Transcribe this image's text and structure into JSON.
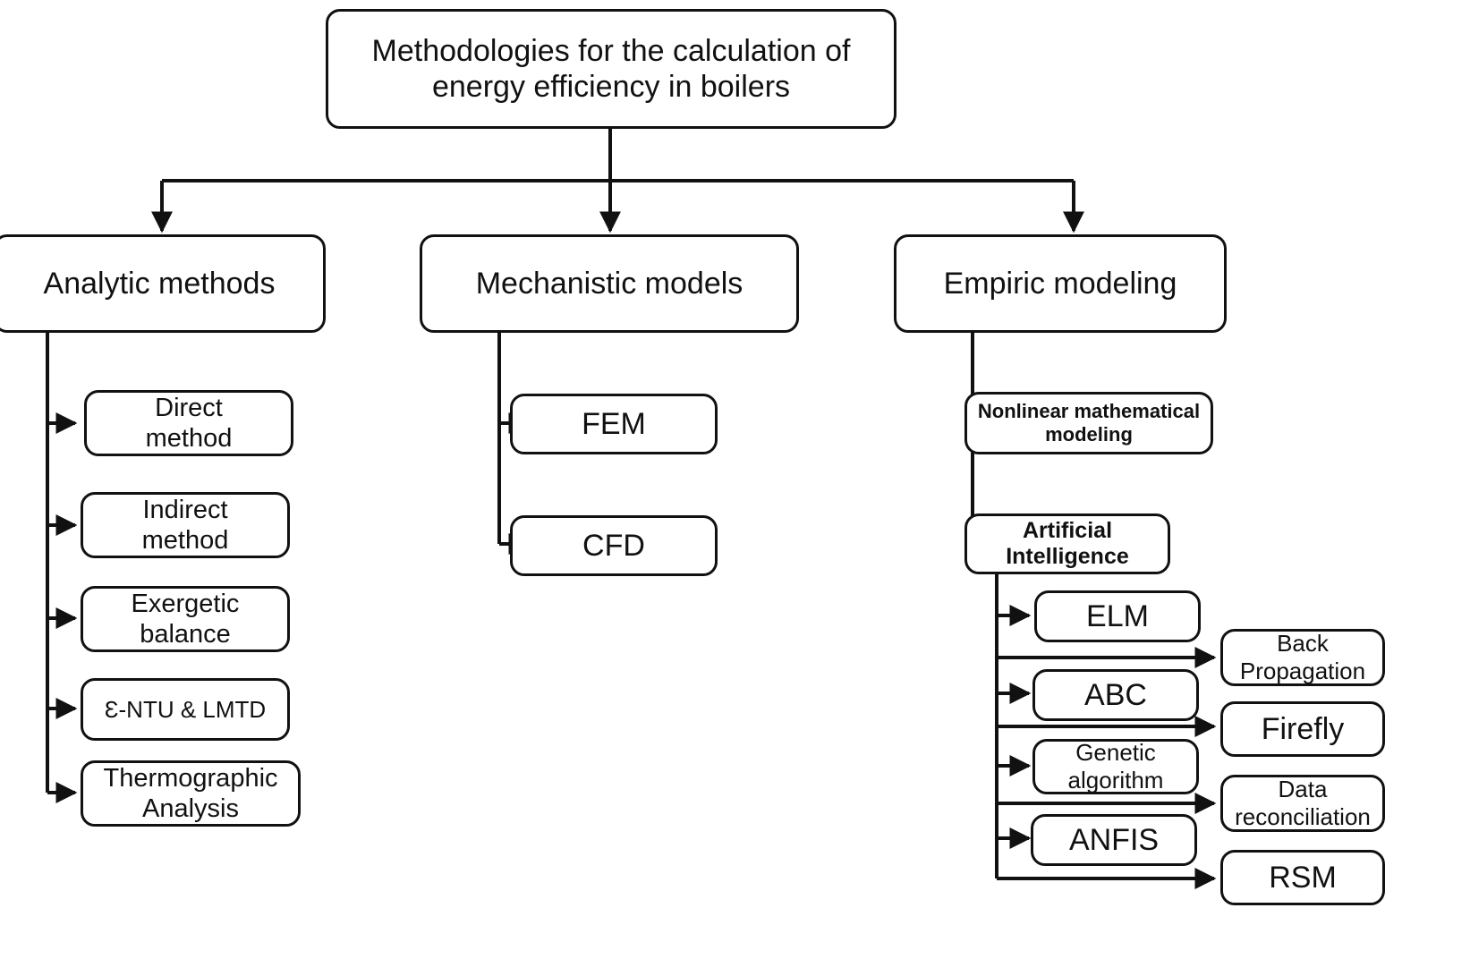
{
  "diagram": {
    "title": "Methodologies for the calculation of energy efficiency in boilers",
    "root": {
      "label": "Methodologies for the calculation of\nenergy efficiency in boilers"
    },
    "branches": [
      {
        "key": "analytic",
        "label": "Analytic methods",
        "children": [
          {
            "key": "direct-method",
            "label": "Direct\nmethod"
          },
          {
            "key": "indirect-method",
            "label": "Indirect\nmethod"
          },
          {
            "key": "exergetic-balance",
            "label": "Exergetic\nbalance"
          },
          {
            "key": "entu-lmtd",
            "label": "Ɛ-NTU & LMTD"
          },
          {
            "key": "thermographic-analysis",
            "label": "Thermographic\nAnalysis"
          }
        ]
      },
      {
        "key": "mechanistic",
        "label": "Mechanistic models",
        "children": [
          {
            "key": "fem",
            "label": "FEM"
          },
          {
            "key": "cfd",
            "label": "CFD"
          }
        ]
      },
      {
        "key": "empiric",
        "label": "Empiric modeling",
        "children": [
          {
            "key": "nonlinear-mathematical-modeling",
            "label": "Nonlinear mathematical\nmodeling"
          },
          {
            "key": "artificial-intelligence",
            "label": "Artificial\nIntelligence"
          }
        ]
      }
    ],
    "ai_children": [
      {
        "key": "elm",
        "label": "ELM"
      },
      {
        "key": "abc",
        "label": "ABC"
      },
      {
        "key": "genetic-algorithm",
        "label": "Genetic\nalgorithm"
      },
      {
        "key": "anfis",
        "label": "ANFIS"
      }
    ],
    "ai_children_right": [
      {
        "key": "back-propagation",
        "label": "Back\nPropagation"
      },
      {
        "key": "firefly",
        "label": "Firefly"
      },
      {
        "key": "data-reconciliation",
        "label": "Data\nreconciliation"
      },
      {
        "key": "rsm",
        "label": "RSM"
      }
    ],
    "colors": {
      "stroke": "#111111",
      "fill": "#ffffff",
      "text": "#111111"
    }
  }
}
